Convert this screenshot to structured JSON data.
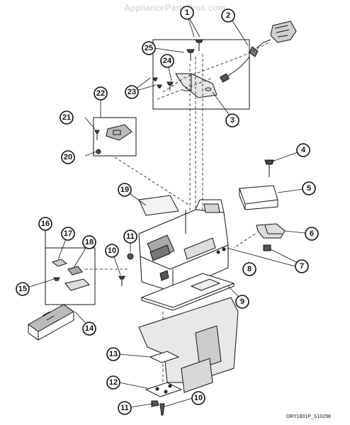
{
  "watermark": "AppliancePartsPros.com",
  "drawing_code": "DRY1801P_S10298",
  "callouts": [
    "1",
    "2",
    "3",
    "4",
    "5",
    "6",
    "7",
    "8",
    "9",
    "10",
    "11",
    "12",
    "13",
    "14",
    "15",
    "16",
    "17",
    "18",
    "19",
    "20",
    "21",
    "22",
    "23",
    "24",
    "25",
    "10",
    "11"
  ]
}
